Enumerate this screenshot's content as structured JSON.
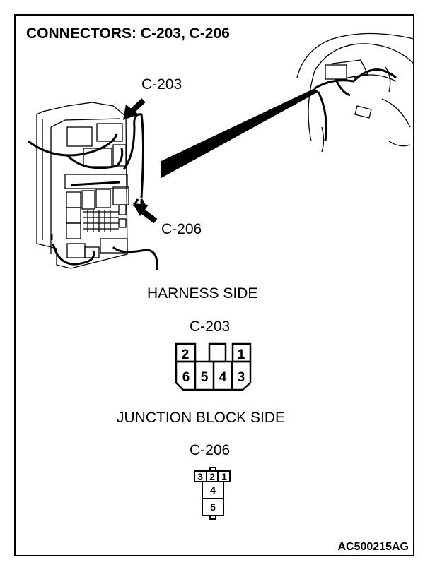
{
  "title": "CONNECTORS: C-203, C-206",
  "illustration": {
    "callout_c203": "C-203",
    "callout_c206": "C-206"
  },
  "harness_side": {
    "heading": "HARNESS SIDE",
    "connector": "C-203",
    "pins_top": [
      "2",
      "1"
    ],
    "pins_bottom": [
      "6",
      "5",
      "4",
      "3"
    ]
  },
  "junction_block_side": {
    "heading": "JUNCTION BLOCK SIDE",
    "connector": "C-206",
    "pins_top": [
      "3",
      "2",
      "1"
    ],
    "pins_stack": [
      "4",
      "5"
    ]
  },
  "figure_code": "AC500215AG"
}
